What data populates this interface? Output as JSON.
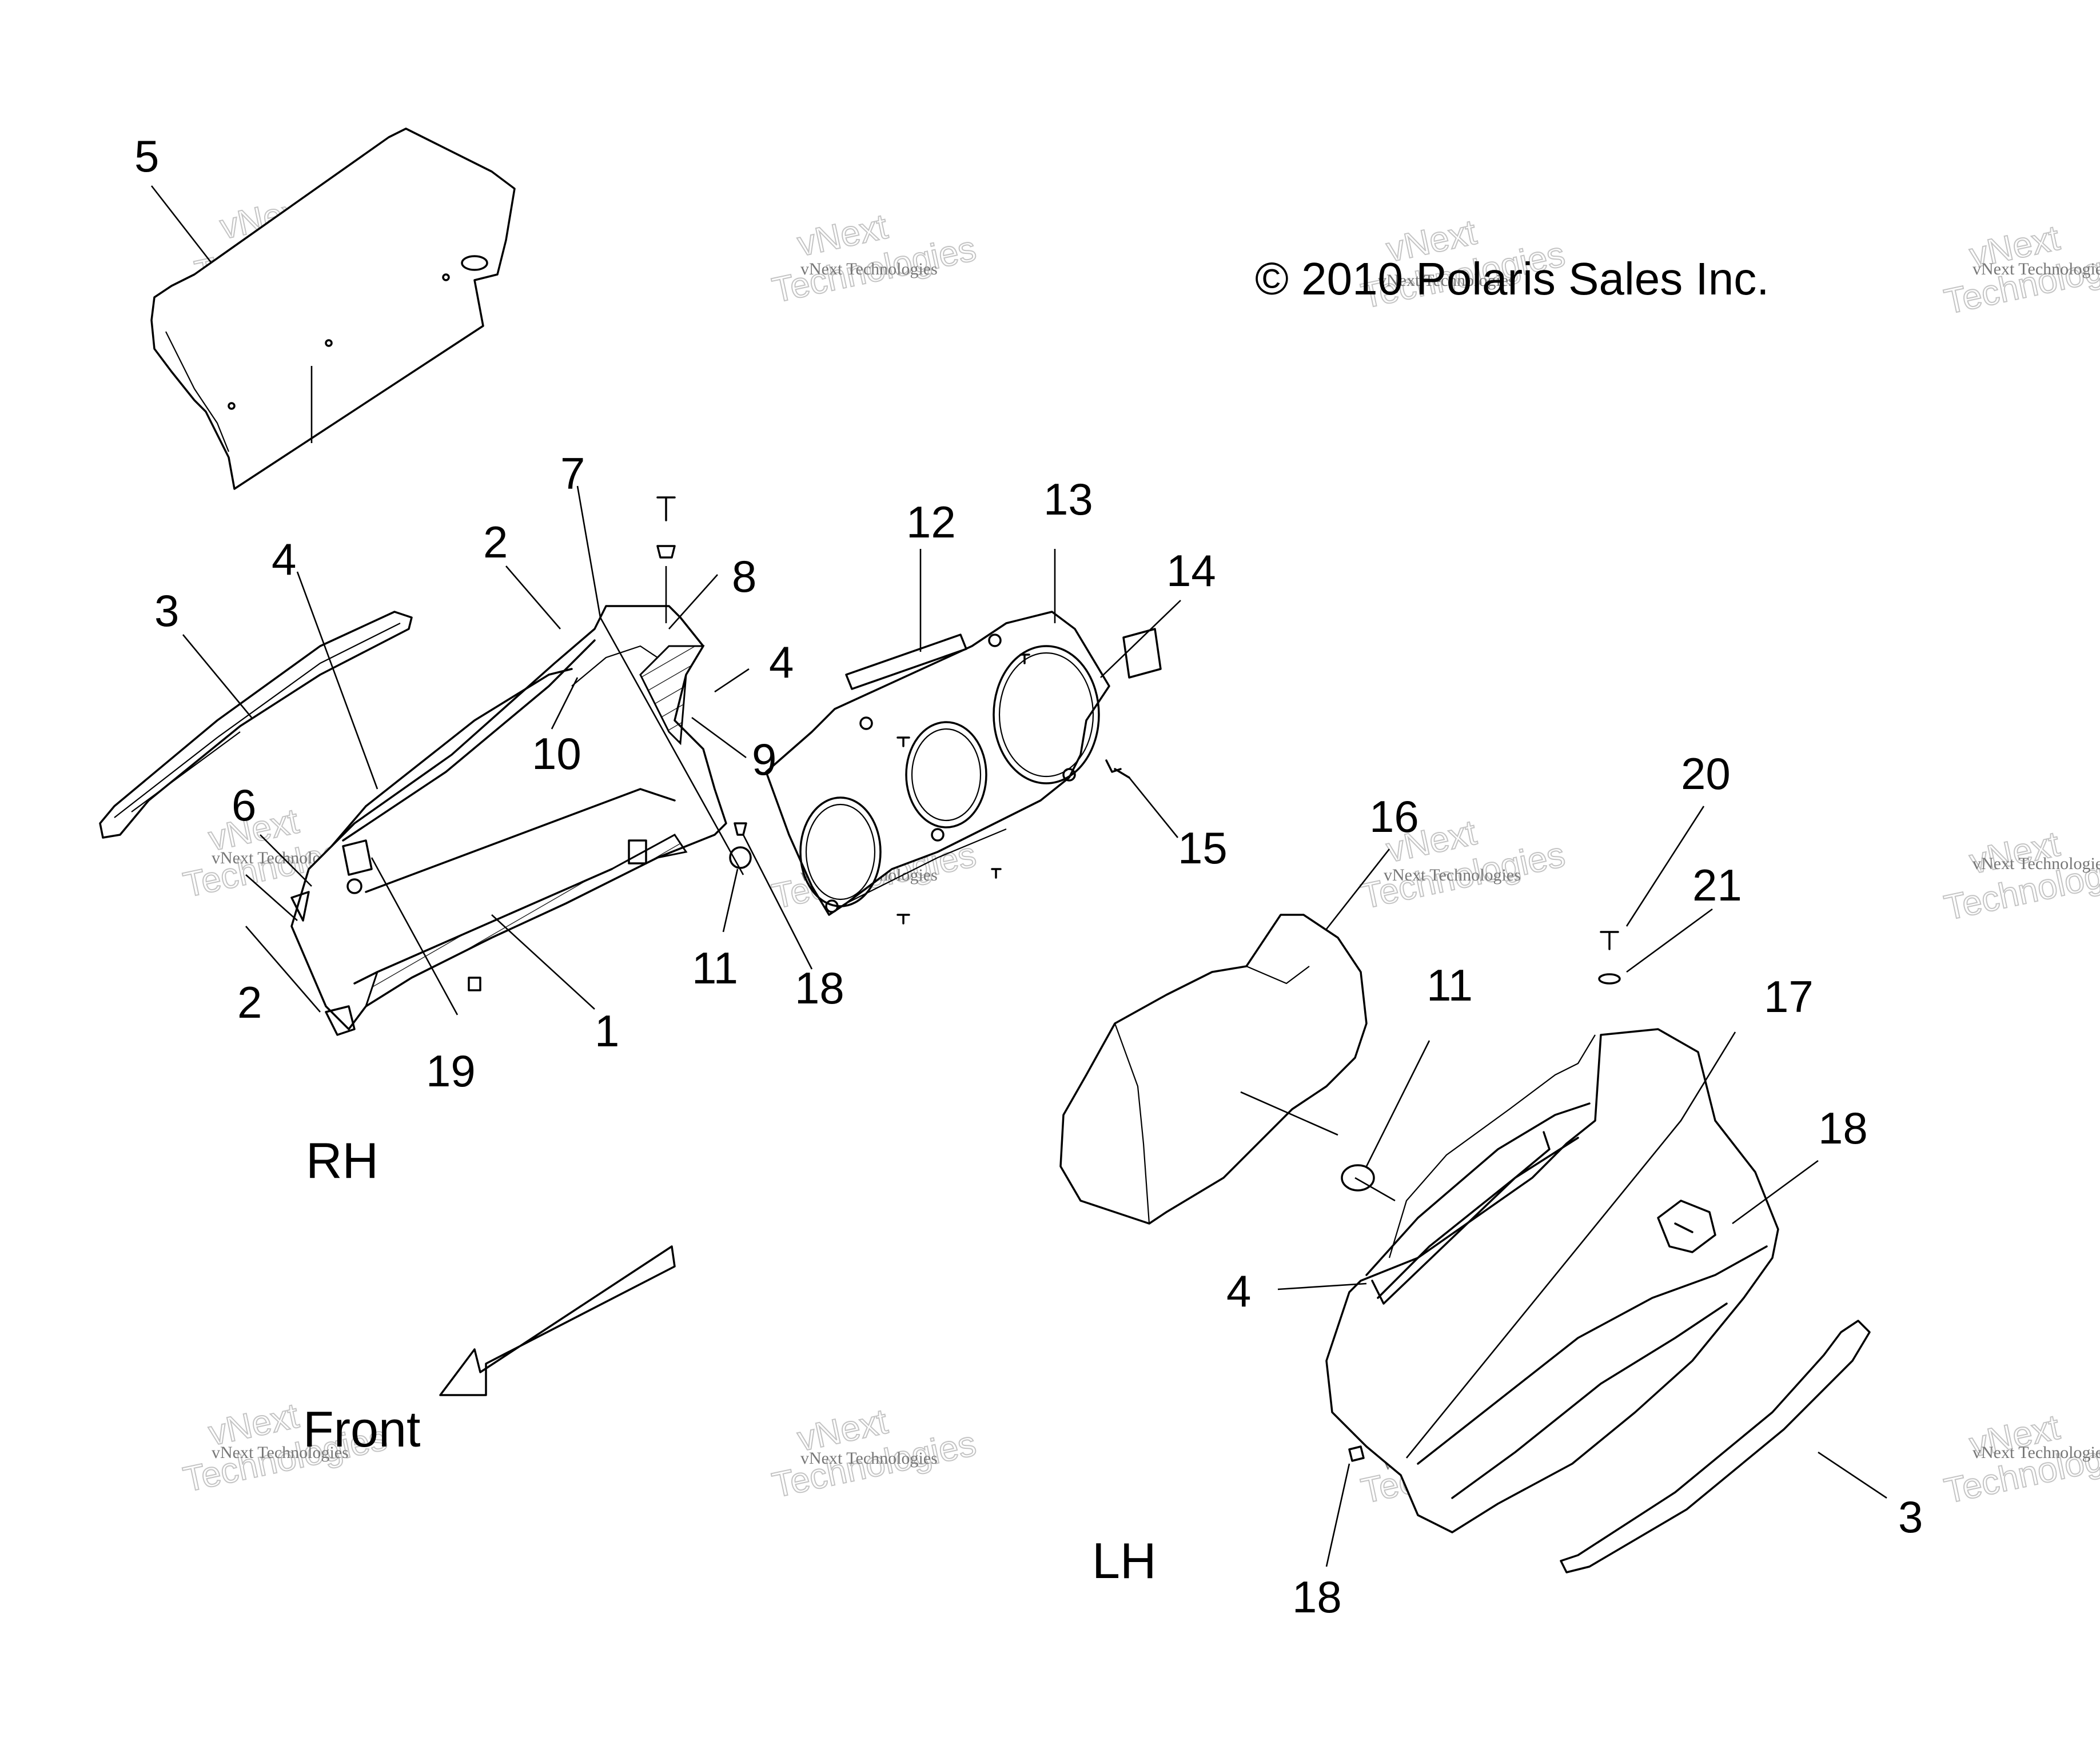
{
  "copyright": "© 2010 Polaris Sales Inc.",
  "side_labels": {
    "rh": "RH",
    "lh": "LH",
    "front": "Front"
  },
  "callouts": {
    "c5": "5",
    "c3_rh": "3",
    "c4_rh_a": "4",
    "c2_rh_a": "2",
    "c7": "7",
    "c8": "8",
    "c4_rh_b": "4",
    "c9": "9",
    "c10": "10",
    "c6": "6",
    "c2_rh_b": "2",
    "c19": "19",
    "c1": "1",
    "c11_rh": "11",
    "c18_rh": "18",
    "c12": "12",
    "c13": "13",
    "c14": "14",
    "c15": "15",
    "c16": "16",
    "c11_lh": "11",
    "c20": "20",
    "c21": "21",
    "c17": "17",
    "c18_lh_a": "18",
    "c4_lh": "4",
    "c18_lh_b": "18",
    "c3_lh": "3"
  },
  "watermark": {
    "line1": "vNext",
    "line2": "Technologies",
    "small": "vNext Technologies"
  }
}
